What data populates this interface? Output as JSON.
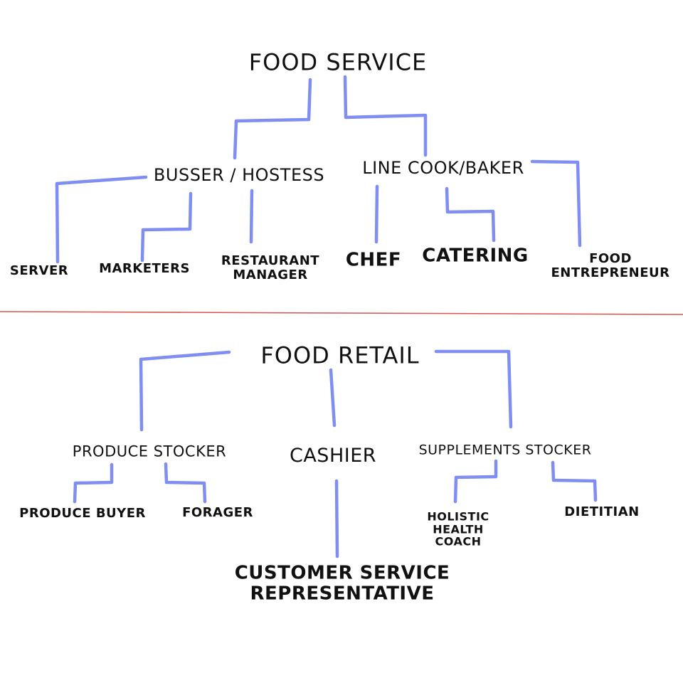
{
  "food_service": {
    "title": "Food Service",
    "busser_hostess": "Busser / Hostess",
    "line_cook_baker": "Line Cook/Baker",
    "server": "Server",
    "marketers": "Marketers",
    "restaurant_manager": [
      "Restaurant",
      "Manager"
    ],
    "chef": "Chef",
    "catering": "Catering",
    "food_entrepreneur": [
      "Food",
      "Entrepreneur"
    ]
  },
  "food_retail": {
    "title": "Food Retail",
    "produce_stocker": "Produce Stocker",
    "cashier": "Cashier",
    "supplements_stocker": "Supplements Stocker",
    "produce_buyer": "Produce Buyer",
    "forager": "Forager",
    "customer_service_representative": [
      "Customer Service",
      "Representative"
    ],
    "holistic_health_coach": [
      "Holistic",
      "Health",
      "Coach"
    ],
    "dietitian": "Dietitian"
  },
  "colors": {
    "connector": "#7f8ef0",
    "divider": "#d9534f",
    "text": "#111111"
  }
}
